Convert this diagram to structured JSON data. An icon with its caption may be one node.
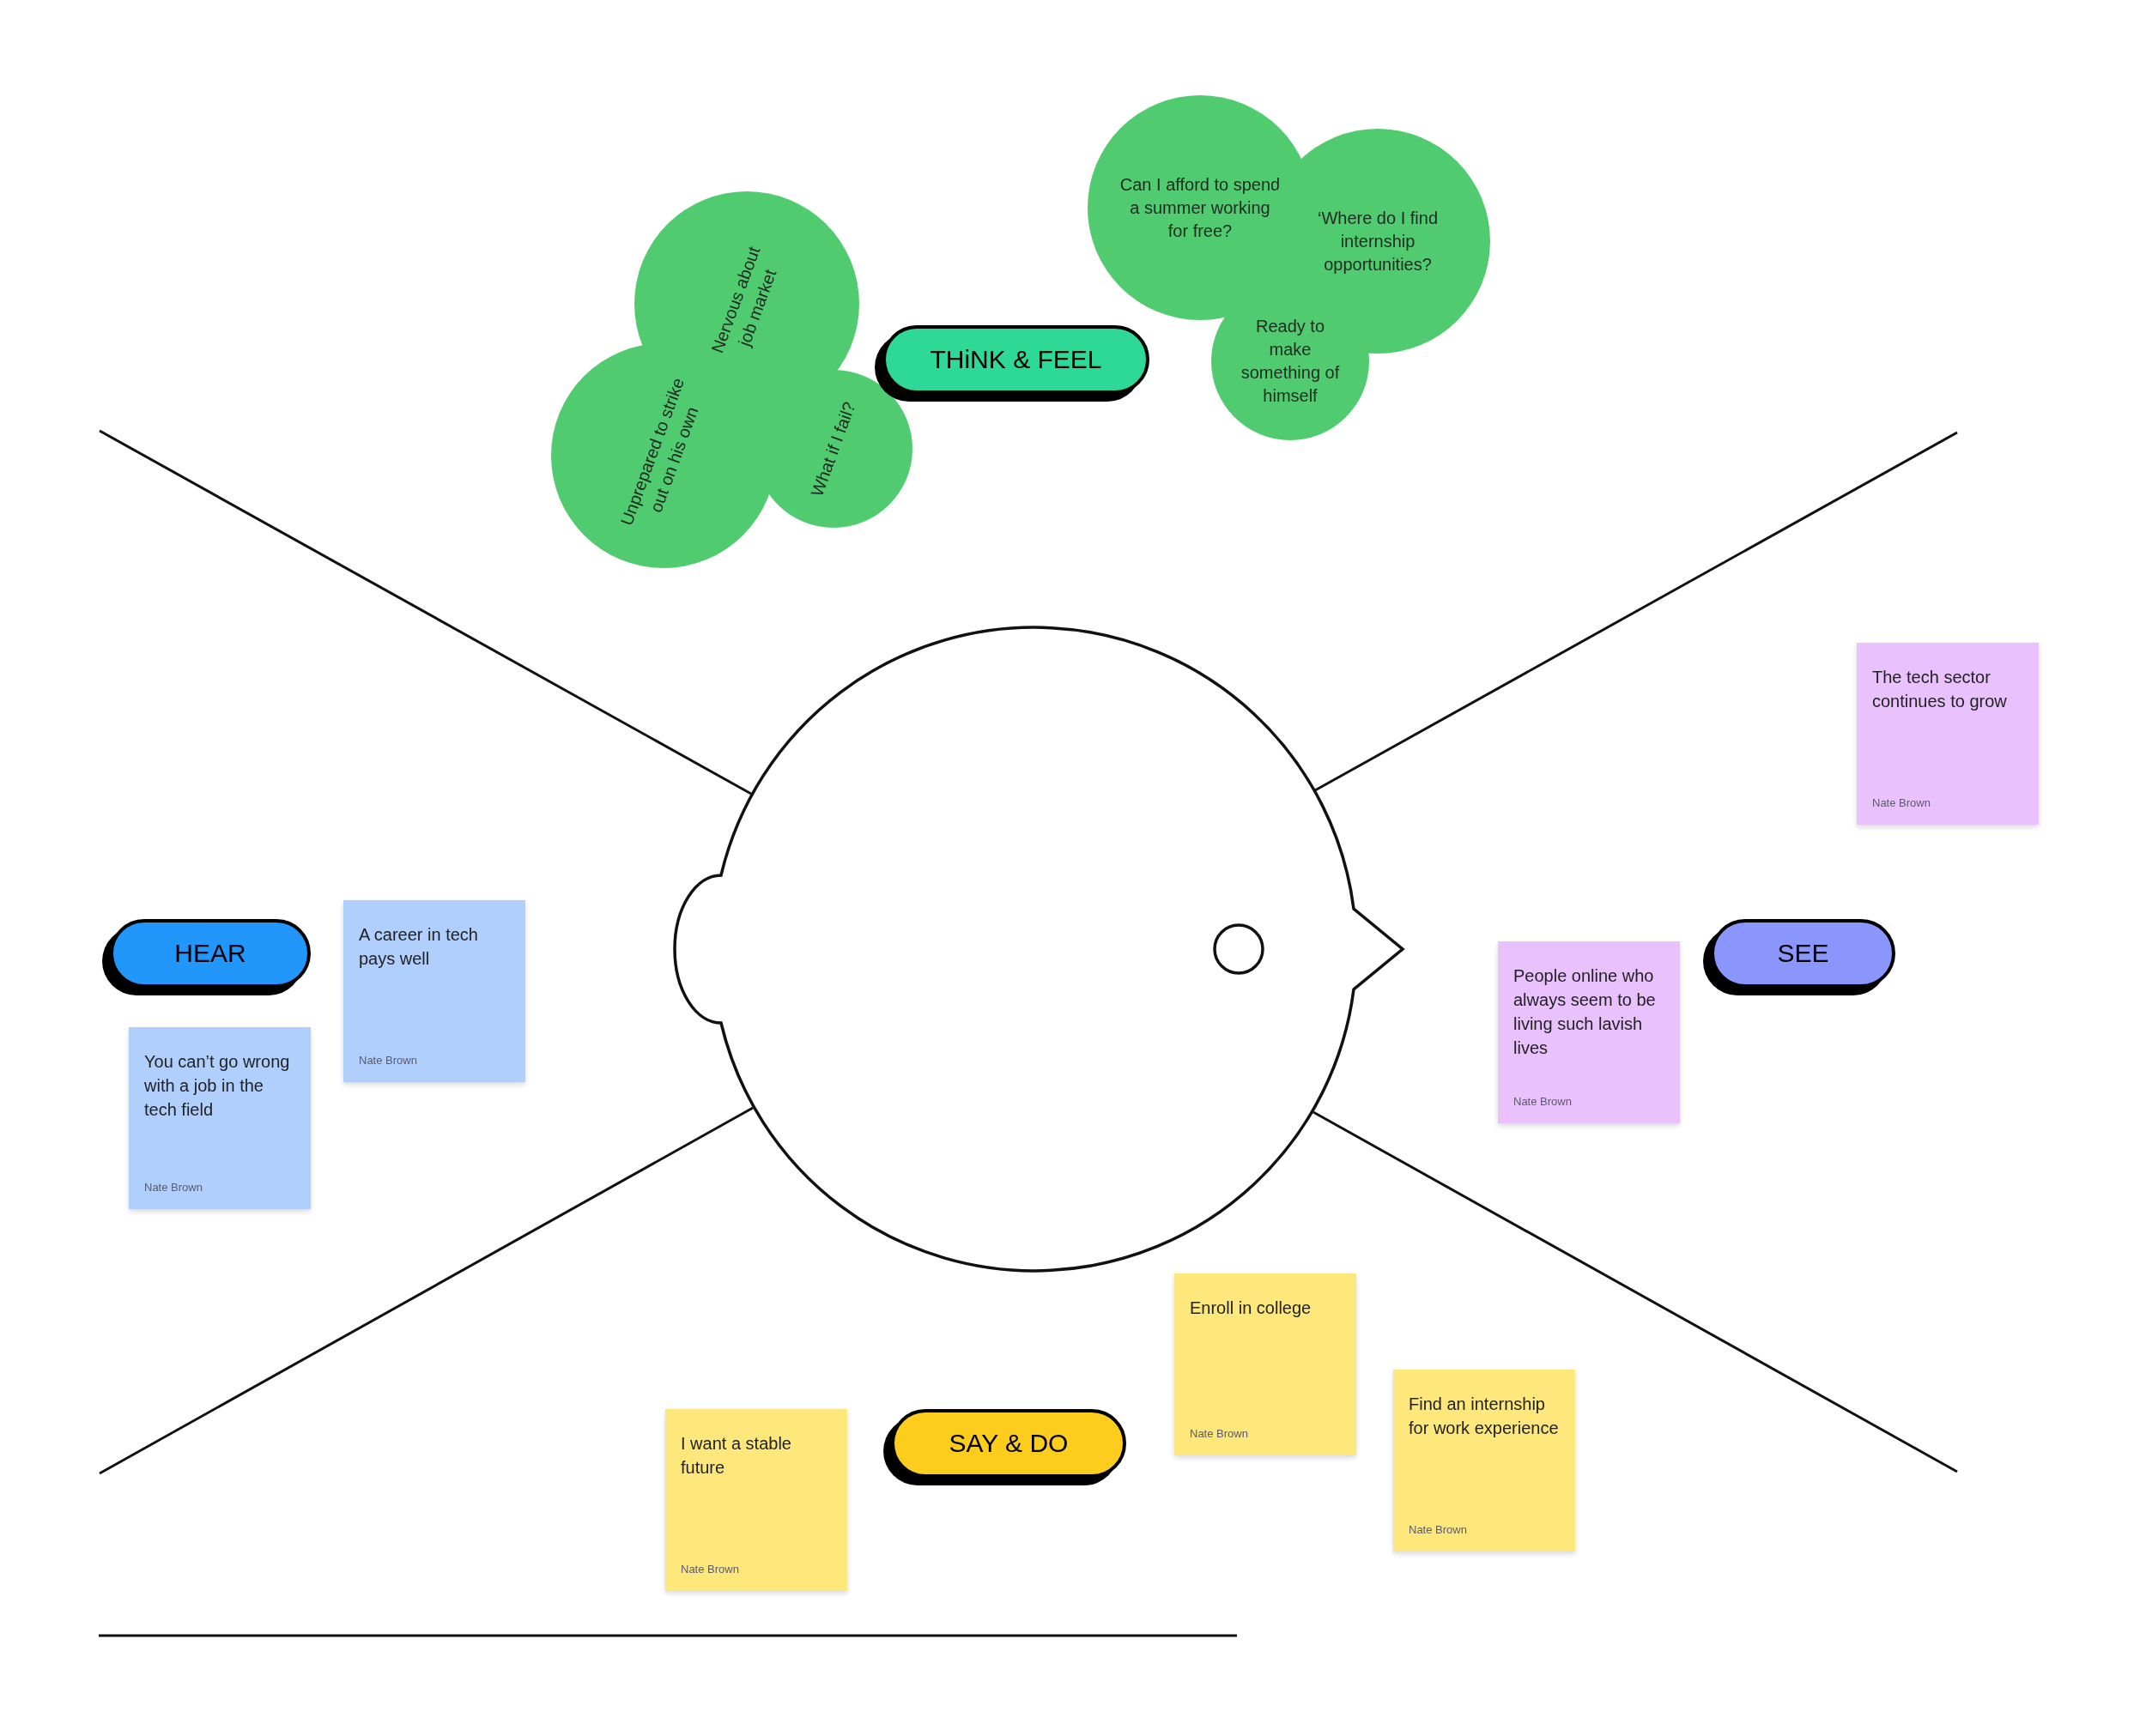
{
  "diagram": {
    "nodes": [
      {
        "text": [
          "Can I afford to spend a summer working for free?"
        ]
      },
      {
        "text": [
          "‘Where do I find internship opportunities?"
        ]
      },
      {
        "text": [
          "Nervous about job market"
        ]
      },
      {
        "text": [
          "THiNK & FEEL"
        ]
      },
      {
        "text": [
          "Ready to make something of himself"
        ]
      },
      {
        "text": [
          "What if I fail?"
        ]
      },
      {
        "text": [
          "Unprepared to strike out on his own"
        ]
      },
      {
        "text": [
          "The tech sector continues to grow",
          "Nate Brown"
        ]
      },
      {
        "text": [
          "A career in tech pays well",
          "Nate Brown"
        ]
      },
      {
        "text": [
          "HEAR"
        ]
      },
      {
        "text": [
          "SEE"
        ]
      },
      {
        "text": [
          "People online who always seem to be living such lavish lives",
          "Nate Brown"
        ]
      },
      {
        "text": [
          "You can’t go wrong with a job in the tech field",
          "Nate Brown"
        ]
      },
      {
        "text": [
          "Enroll in college",
          "Nate Brown"
        ]
      },
      {
        "text": [
          "I want a stable future",
          "Nate Brown"
        ]
      },
      {
        "text": [
          "SAY & DO"
        ]
      },
      {
        "text": [
          "Find an internship for work experience",
          "Nate Brown"
        ]
      }
    ]
  }
}
